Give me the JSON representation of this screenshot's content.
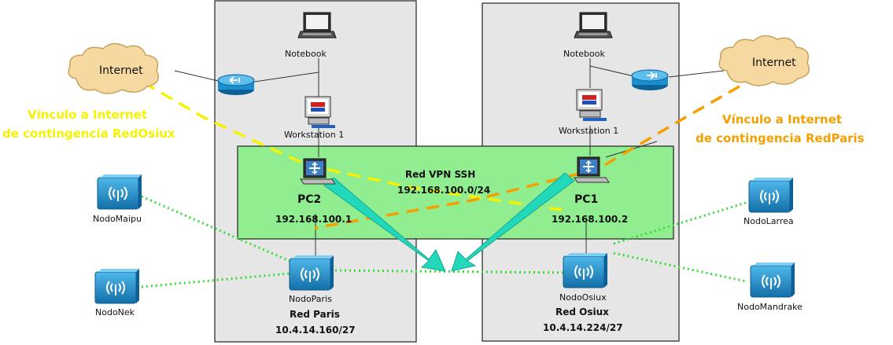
{
  "regions": {
    "paris_box_label": "Red Paris",
    "paris_box_subnet": "10.4.14.160/27",
    "osiux_box_label": "Red Osiux",
    "osiux_box_subnet": "10.4.14.224/27",
    "vpn_title": "Red VPN SSH",
    "vpn_subnet": "192.168.100.0/24"
  },
  "left": {
    "cloud": "Internet",
    "notebook": "Notebook",
    "workstation": "Workstation 1",
    "pc_name": "PC2",
    "pc_ip": "192.168.100.1",
    "node": "NodoParis",
    "note_line1": "Vínculo a Internet",
    "note_line2": "de contingencia RedOsiux"
  },
  "right": {
    "cloud": "Internet",
    "notebook": "Notebook",
    "workstation": "Workstation 1",
    "pc_name": "PC1",
    "pc_ip": "192.168.100.2",
    "node": "NodoOsiux",
    "note_line1": "Vínculo a Internet",
    "note_line2": "de contingencia RedParis"
  },
  "outer_nodes": {
    "maipu": "NodoMaipu",
    "nek": "NodoNek",
    "larrea": "NodoLarrea",
    "mandrake": "NodoMandrake"
  },
  "colors": {
    "box_gray": "#e6e6e6",
    "vpn_green": "#90ee90",
    "wireless_link": "#33dd33",
    "tunnel_arrow": "#22d8bb",
    "dash_yellow": "#f7f200",
    "dash_orange": "#f5a000",
    "node_blue": "#1d8fcf",
    "cloud_fill": "#f5d9a0"
  }
}
